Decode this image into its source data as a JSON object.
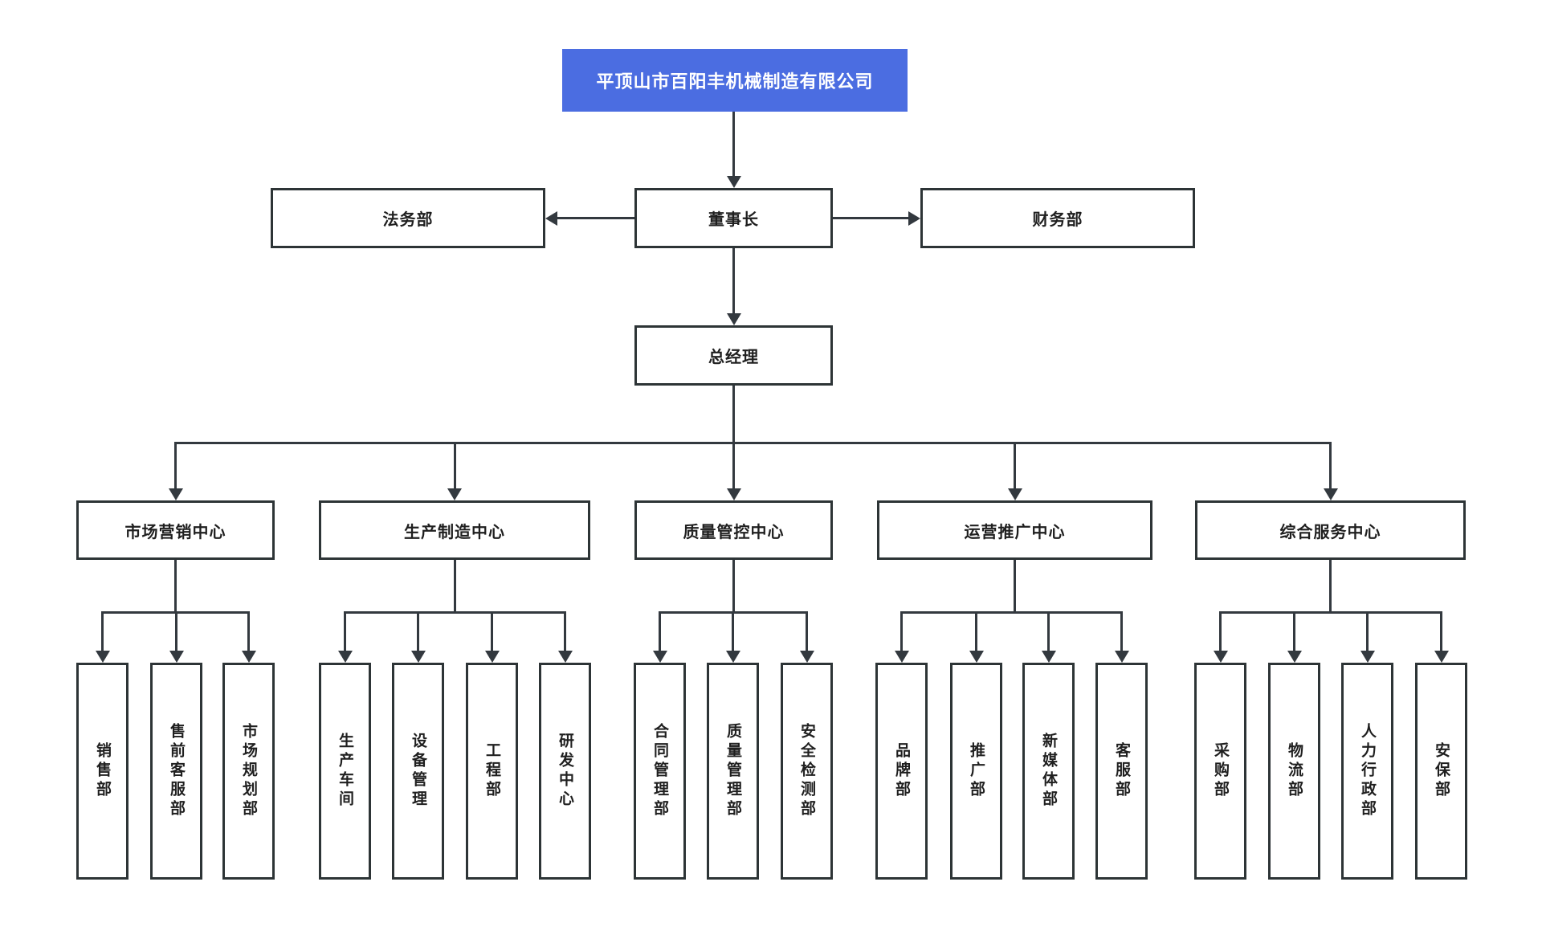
{
  "diagram": {
    "type": "org-chart",
    "root": {
      "id": "company",
      "label": "平顶山市百阳丰机械制造有限公司"
    },
    "level2": [
      {
        "id": "legal",
        "label": "法务部"
      },
      {
        "id": "chairman",
        "label": "董事长"
      },
      {
        "id": "finance",
        "label": "财务部"
      }
    ],
    "level3": [
      {
        "id": "gm",
        "label": "总经理"
      }
    ],
    "centers": [
      {
        "id": "marketing-center",
        "label": "市场营销中心",
        "departments": [
          {
            "id": "sales",
            "label": "销售部"
          },
          {
            "id": "presales-service",
            "label": "售前客服部"
          },
          {
            "id": "market-planning",
            "label": "市场规划部"
          }
        ]
      },
      {
        "id": "production-center",
        "label": "生产制造中心",
        "departments": [
          {
            "id": "production-workshop",
            "label": "生产车间"
          },
          {
            "id": "equipment-mgmt",
            "label": "设备管理"
          },
          {
            "id": "engineering",
            "label": "工程部"
          },
          {
            "id": "rd-center",
            "label": "研发中心"
          }
        ]
      },
      {
        "id": "quality-center",
        "label": "质量管控中心",
        "departments": [
          {
            "id": "contract-mgmt",
            "label": "合同管理部"
          },
          {
            "id": "quality-mgmt",
            "label": "质量管理部"
          },
          {
            "id": "safety-inspection",
            "label": "安全检测部"
          }
        ]
      },
      {
        "id": "operations-center",
        "label": "运营推广中心",
        "departments": [
          {
            "id": "brand",
            "label": "品牌部"
          },
          {
            "id": "promotion",
            "label": "推广部"
          },
          {
            "id": "new-media",
            "label": "新媒体部"
          },
          {
            "id": "customer-service",
            "label": "客服部"
          }
        ]
      },
      {
        "id": "services-center",
        "label": "综合服务中心",
        "departments": [
          {
            "id": "procurement",
            "label": "采购部"
          },
          {
            "id": "logistics",
            "label": "物流部"
          },
          {
            "id": "hr-admin",
            "label": "人力行政部"
          },
          {
            "id": "security",
            "label": "安保部"
          }
        ]
      }
    ],
    "colors": {
      "root_bg": "#4b6de1",
      "root_text": "#ffffff",
      "node_border": "#2d3436",
      "node_text": "#1f1f1f",
      "connector": "#33393f",
      "background": "#ffffff"
    }
  }
}
